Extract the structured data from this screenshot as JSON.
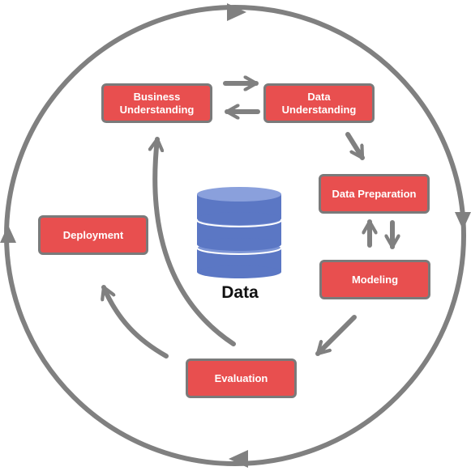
{
  "phases": {
    "business_understanding": "Business\nUnderstanding",
    "data_understanding": "Data\nUnderstanding",
    "data_preparation": "Data Preparation",
    "modeling": "Modeling",
    "evaluation": "Evaluation",
    "deployment": "Deployment"
  },
  "center": {
    "label": "Data",
    "icon": "database-icon"
  },
  "colors": {
    "phase_fill": "#e84f4f",
    "phase_border": "#7a7a7a",
    "arrow": "#808080",
    "database": "#5b77c4"
  }
}
